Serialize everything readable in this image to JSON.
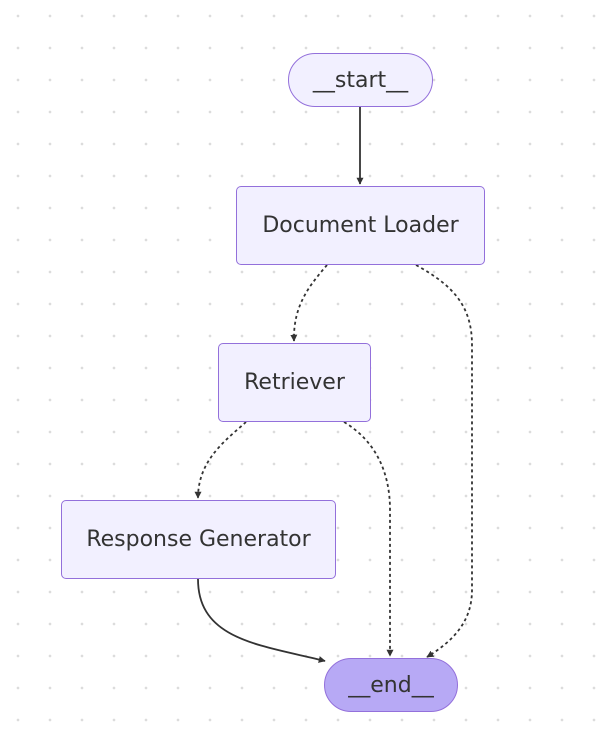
{
  "diagram": {
    "nodes": [
      {
        "id": "start",
        "label": "__start__",
        "kind": "terminal"
      },
      {
        "id": "loader",
        "label": "Document Loader",
        "kind": "step"
      },
      {
        "id": "retriever",
        "label": "Retriever",
        "kind": "step"
      },
      {
        "id": "generator",
        "label": "Response Generator",
        "kind": "step"
      },
      {
        "id": "end",
        "label": "__end__",
        "kind": "terminal-end"
      }
    ],
    "edges": [
      {
        "from": "start",
        "to": "loader",
        "style": "solid"
      },
      {
        "from": "loader",
        "to": "retriever",
        "style": "dashed"
      },
      {
        "from": "loader",
        "to": "end",
        "style": "dashed"
      },
      {
        "from": "retriever",
        "to": "generator",
        "style": "dashed"
      },
      {
        "from": "retriever",
        "to": "end",
        "style": "dashed"
      },
      {
        "from": "generator",
        "to": "end",
        "style": "solid"
      }
    ]
  },
  "colors": {
    "node_fill": "#f2f0ff",
    "node_border": "#9370db",
    "end_fill": "#b7a9f5",
    "edge": "#333333",
    "text": "#333333",
    "dot_grid": "#dcdcdc"
  }
}
